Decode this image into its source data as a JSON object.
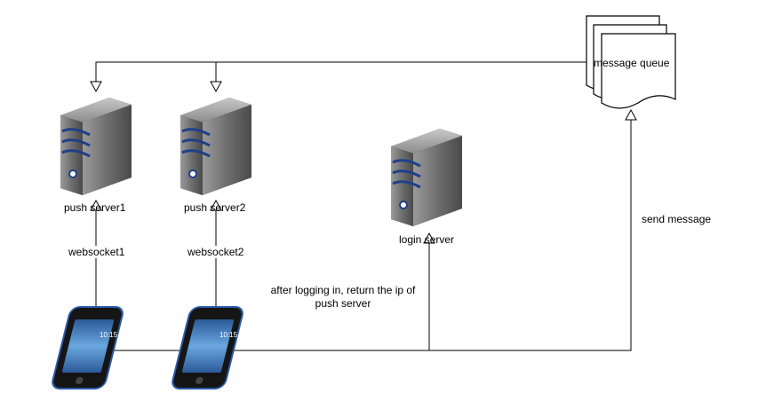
{
  "nodes": {
    "message_queue": {
      "label": "message queue"
    },
    "push_server_1": {
      "label": "push server1"
    },
    "push_server_2": {
      "label": "push server2"
    },
    "login_server": {
      "label": "login server"
    },
    "phone_1": {
      "screen_time": "10:15"
    },
    "phone_2": {
      "screen_time": "10:15"
    }
  },
  "edges": {
    "websocket_1": {
      "label": "websocket1"
    },
    "websocket_2": {
      "label": "websocket2"
    },
    "send_message": {
      "label": "send message"
    },
    "login_return": {
      "label": "after logging in, return the ip of push server"
    }
  },
  "colors": {
    "line": "#000000",
    "server_top": "#7a7a7a",
    "server_body": "#555555",
    "server_stripe": "#1e3f8a",
    "phone_frame": "#1a1a1a",
    "phone_screen": "#3a6fb0"
  }
}
